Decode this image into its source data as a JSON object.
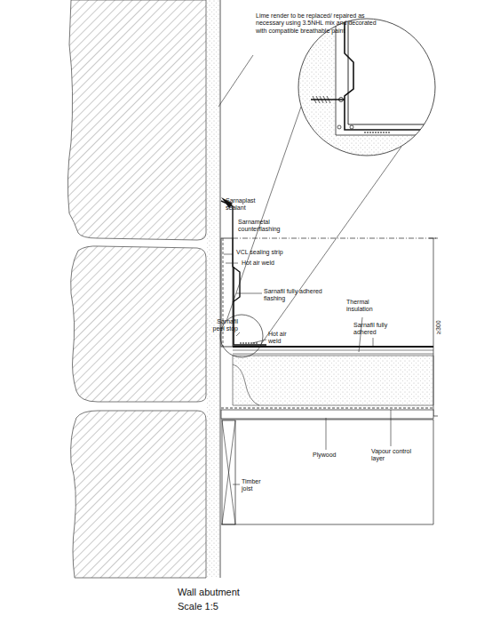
{
  "diagram": {
    "title": "Wall abutment",
    "caption": "Scale 1:5",
    "labels": [
      "Lime render to be replaced/ repaired as necessary using 3.5NHL mix and decorated with compatible breathable paint",
      "Sarnaplast sealant",
      "Sarnametal counterflashing",
      "VCL sealing strip",
      "Hot air weld",
      "Sarnafil fully adhered flashing",
      "Sarnafil peel stop",
      "Hot air weld",
      "Thermal insulation",
      "Sarnafil fully adhered",
      "≥300",
      "Plywood",
      "Vapour control layer",
      "Timber joist"
    ]
  }
}
